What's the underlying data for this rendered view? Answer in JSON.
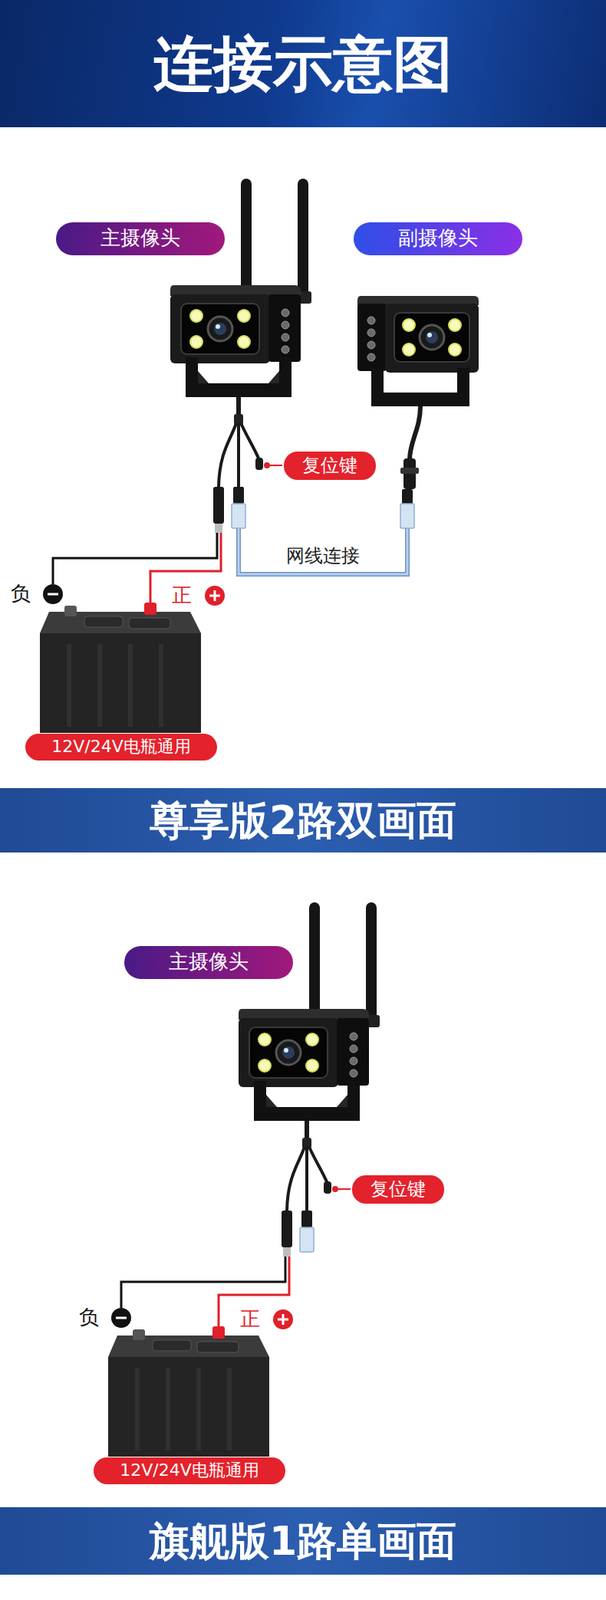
{
  "diagram": {
    "title": "连接示意图",
    "nodes": [
      {
        "text": [
          "主摄像头"
        ]
      },
      {
        "text": [
          "副摄像头"
        ]
      },
      {
        "text": [
          "复位键"
        ]
      },
      {
        "text": [
          "12V/24V电瓶通用"
        ]
      },
      {
        "text": [
          "尊享版2路双画面"
        ]
      },
      {
        "text": [
          "主摄像头"
        ]
      },
      {
        "text": [
          "复位键"
        ]
      },
      {
        "text": [
          "12V/24V电瓶通用"
        ]
      },
      {
        "text": [
          "旗舰版1路单画面"
        ]
      }
    ],
    "labels": [
      "网线连接",
      "负",
      "正",
      "负",
      "正"
    ]
  }
}
